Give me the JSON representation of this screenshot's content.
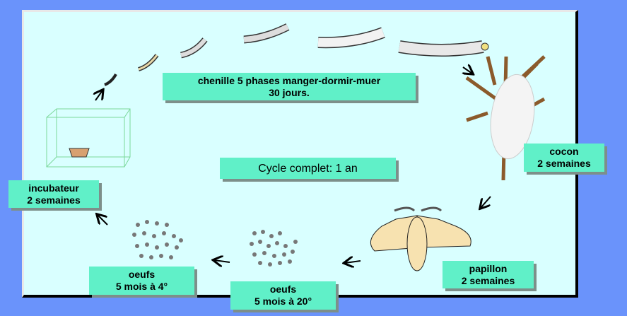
{
  "cycle": {
    "label": "Cycle complet: 1 an"
  },
  "stages": [
    {
      "line1": "chenille 5 phases manger-dormir-muer",
      "line2": "30 jours."
    },
    {
      "line1": "cocon",
      "line2": "2 semaines"
    },
    {
      "line1": "papillon",
      "line2": "2 semaines"
    },
    {
      "line1": "oeufs",
      "line2": "5 mois à 20°"
    },
    {
      "line1": "oeufs",
      "line2": "5 mois à 4°"
    },
    {
      "line1": "incubateur",
      "line2": "2 semaines"
    }
  ],
  "colors": {
    "background": "#6a93fb",
    "panel": "#d9ffff",
    "label": "#60f0c8"
  }
}
